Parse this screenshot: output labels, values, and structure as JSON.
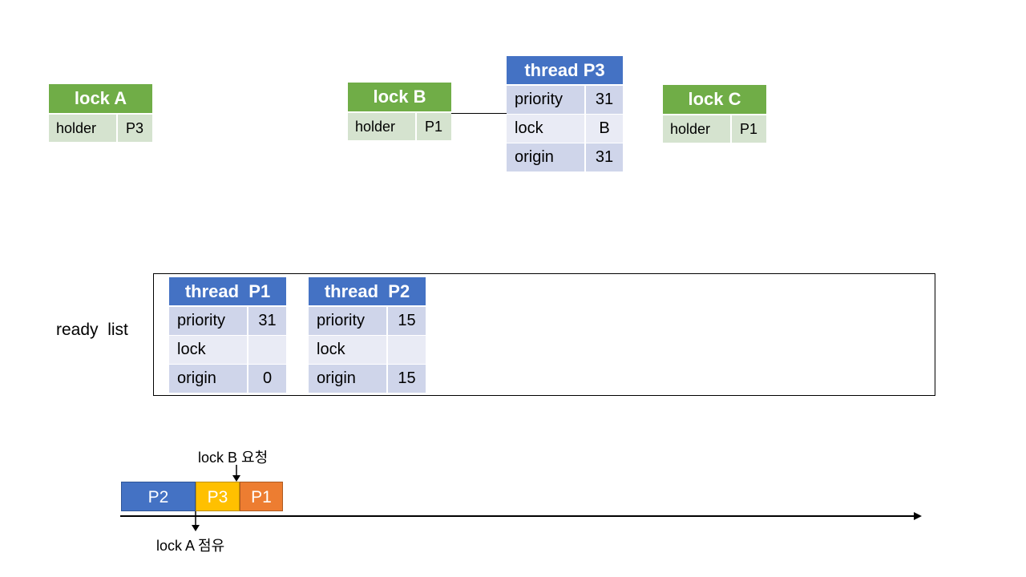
{
  "locks": [
    {
      "title": "lock A",
      "key": "holder",
      "value": "P3"
    },
    {
      "title": "lock B",
      "key": "holder",
      "value": "P1"
    },
    {
      "title": "lock C",
      "key": "holder",
      "value": "P1"
    }
  ],
  "waiting_thread": {
    "title": "thread  P3",
    "rows": [
      {
        "key": "priority",
        "value": "31"
      },
      {
        "key": "lock",
        "value": "B"
      },
      {
        "key": "origin",
        "value": "31"
      }
    ]
  },
  "ready_list": {
    "label": "ready  list",
    "threads": [
      {
        "title": "thread  P1",
        "rows": [
          {
            "key": "priority",
            "value": "31"
          },
          {
            "key": "lock",
            "value": ""
          },
          {
            "key": "origin",
            "value": "0"
          }
        ]
      },
      {
        "title": "thread  P2",
        "rows": [
          {
            "key": "priority",
            "value": "15"
          },
          {
            "key": "lock",
            "value": ""
          },
          {
            "key": "origin",
            "value": "15"
          }
        ]
      }
    ]
  },
  "timeline": {
    "segments": [
      {
        "label": "P2",
        "color": "#4472c4"
      },
      {
        "label": "P3",
        "color": "#ffc000"
      },
      {
        "label": "P1",
        "color": "#ed7d31"
      }
    ],
    "annotation_top": "lock B 요청",
    "annotation_bottom": "lock A 점유"
  }
}
